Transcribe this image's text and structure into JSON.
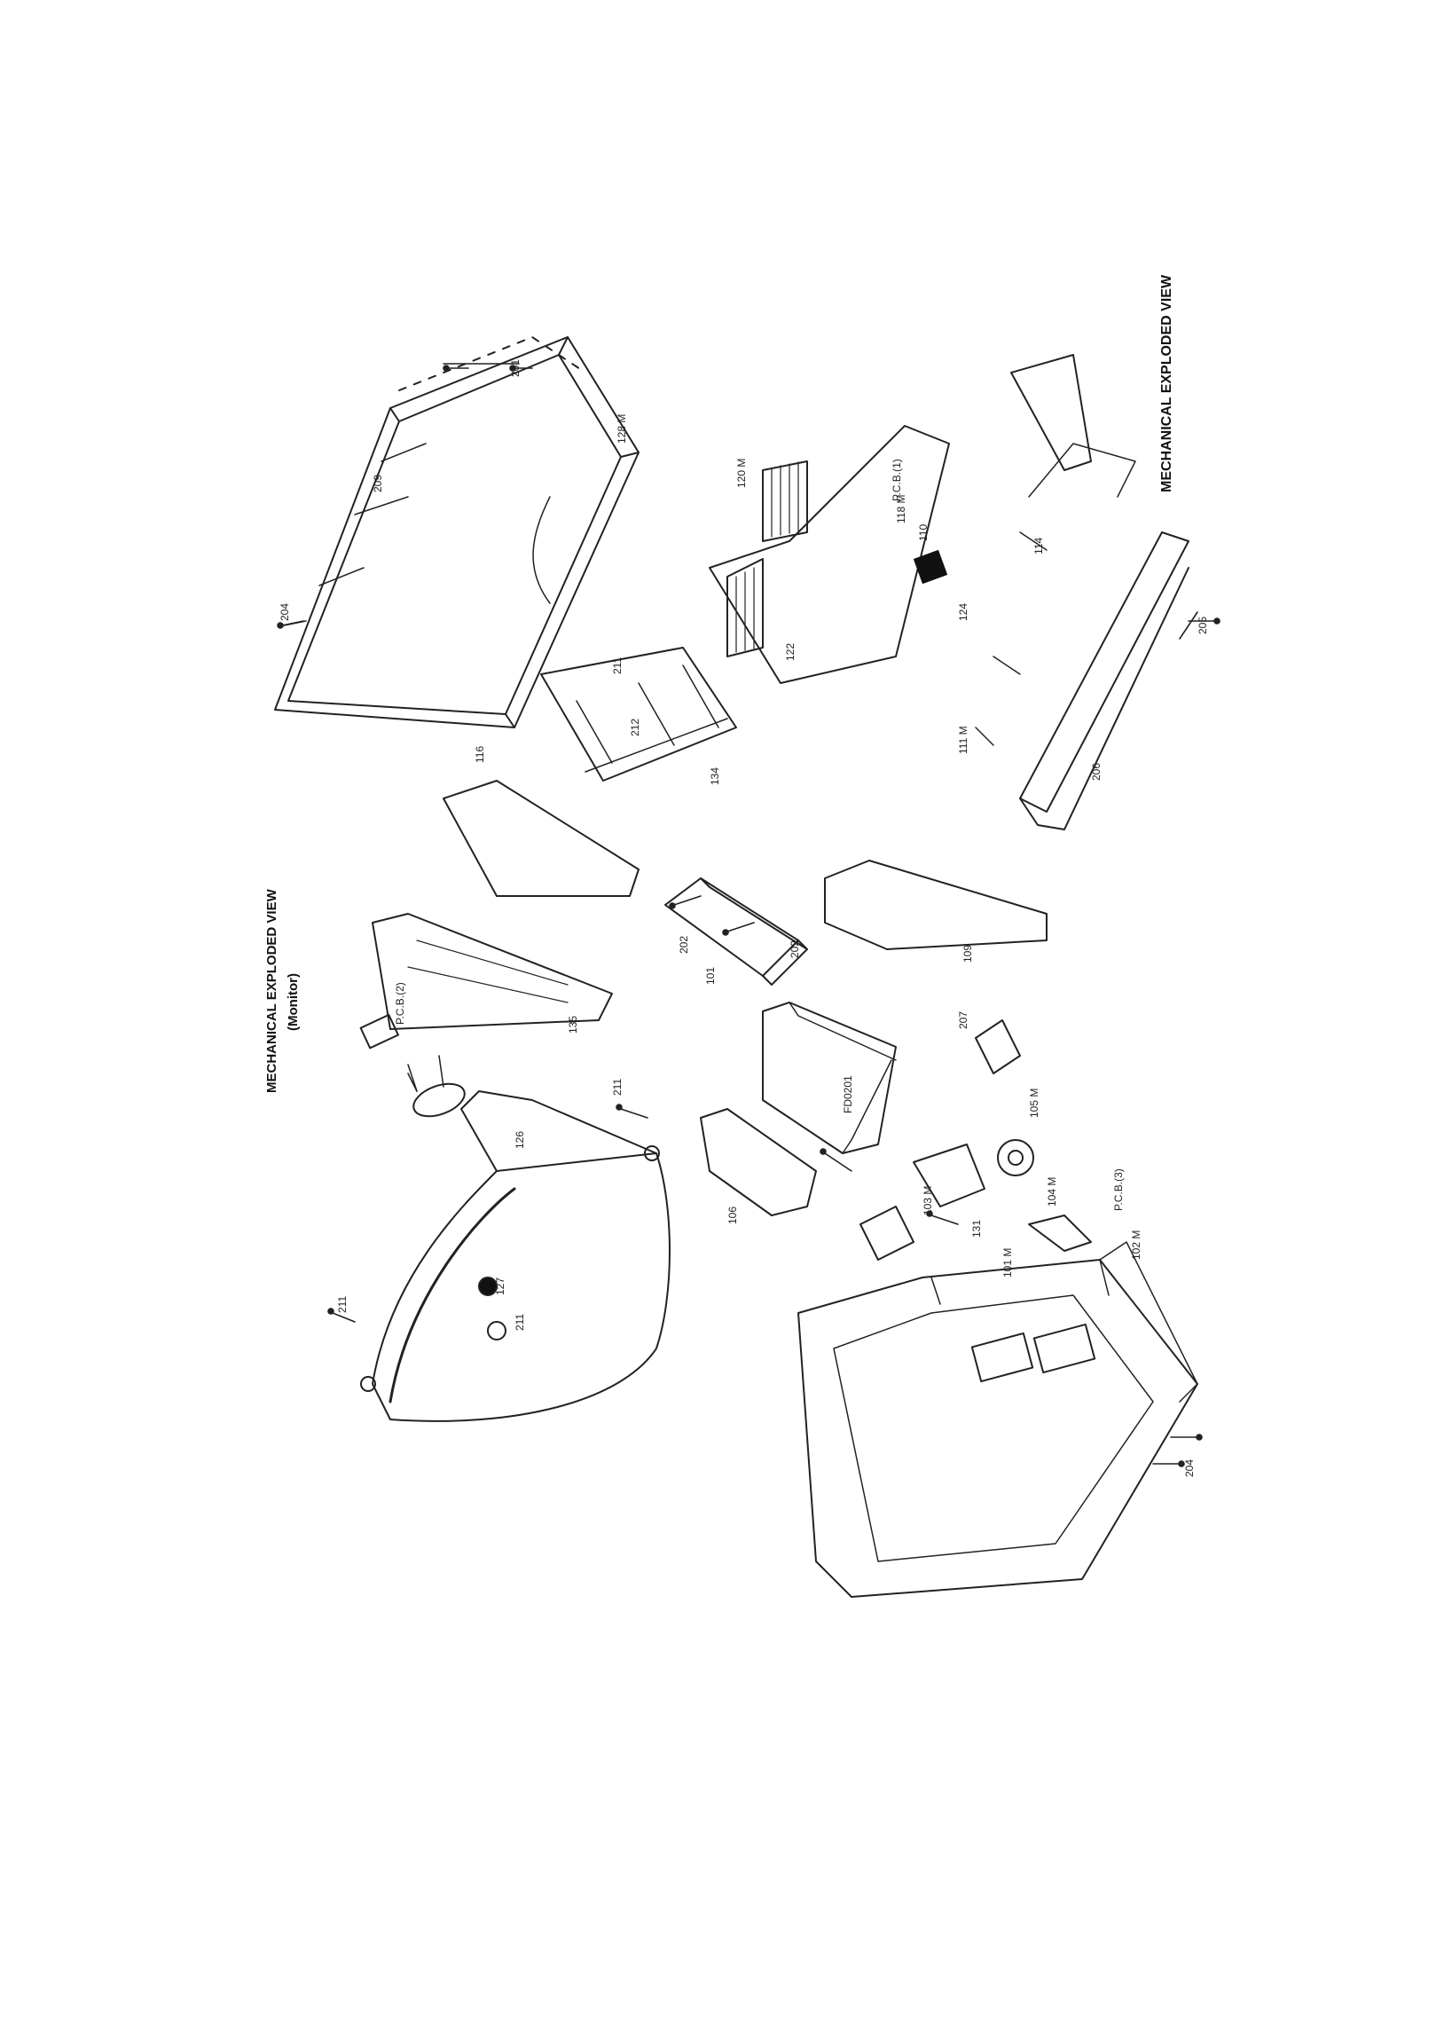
{
  "titles": {
    "monitor_title": "MECHANICAL EXPLODED VIEW",
    "monitor_subtitle": "(Monitor)",
    "main_title": "MECHANICAL EXPLODED VIEW"
  },
  "callouts": {
    "c201": "201",
    "c128m": "128 M",
    "c209": "209",
    "c204a": "204",
    "c116": "116",
    "c134": "134",
    "c211": "211",
    "c212": "212",
    "c202a": "202",
    "c202b": "202",
    "c101": "101",
    "c109": "109",
    "c135": "135",
    "c126": "126",
    "c127": "127",
    "c211b": "211",
    "c211c": "211",
    "c211d": "211",
    "c207": "207",
    "c105m": "105 M",
    "c104m": "104 M",
    "c103m": "103 M",
    "c131": "131",
    "c106": "106",
    "c102m": "102 M",
    "c101m": "101 M",
    "c204b": "204",
    "c206": "206",
    "c205": "205",
    "c124": "124",
    "c110": "110",
    "c118m": "118 M",
    "c120m": "120 M",
    "c114": "114",
    "c122": "122",
    "c111m": "111 M",
    "fd": "FD0201",
    "pcb1": "P.C.B.(1)",
    "pcb2": "P.C.B.(2)",
    "pcb3": "P.C.B.(3)"
  }
}
